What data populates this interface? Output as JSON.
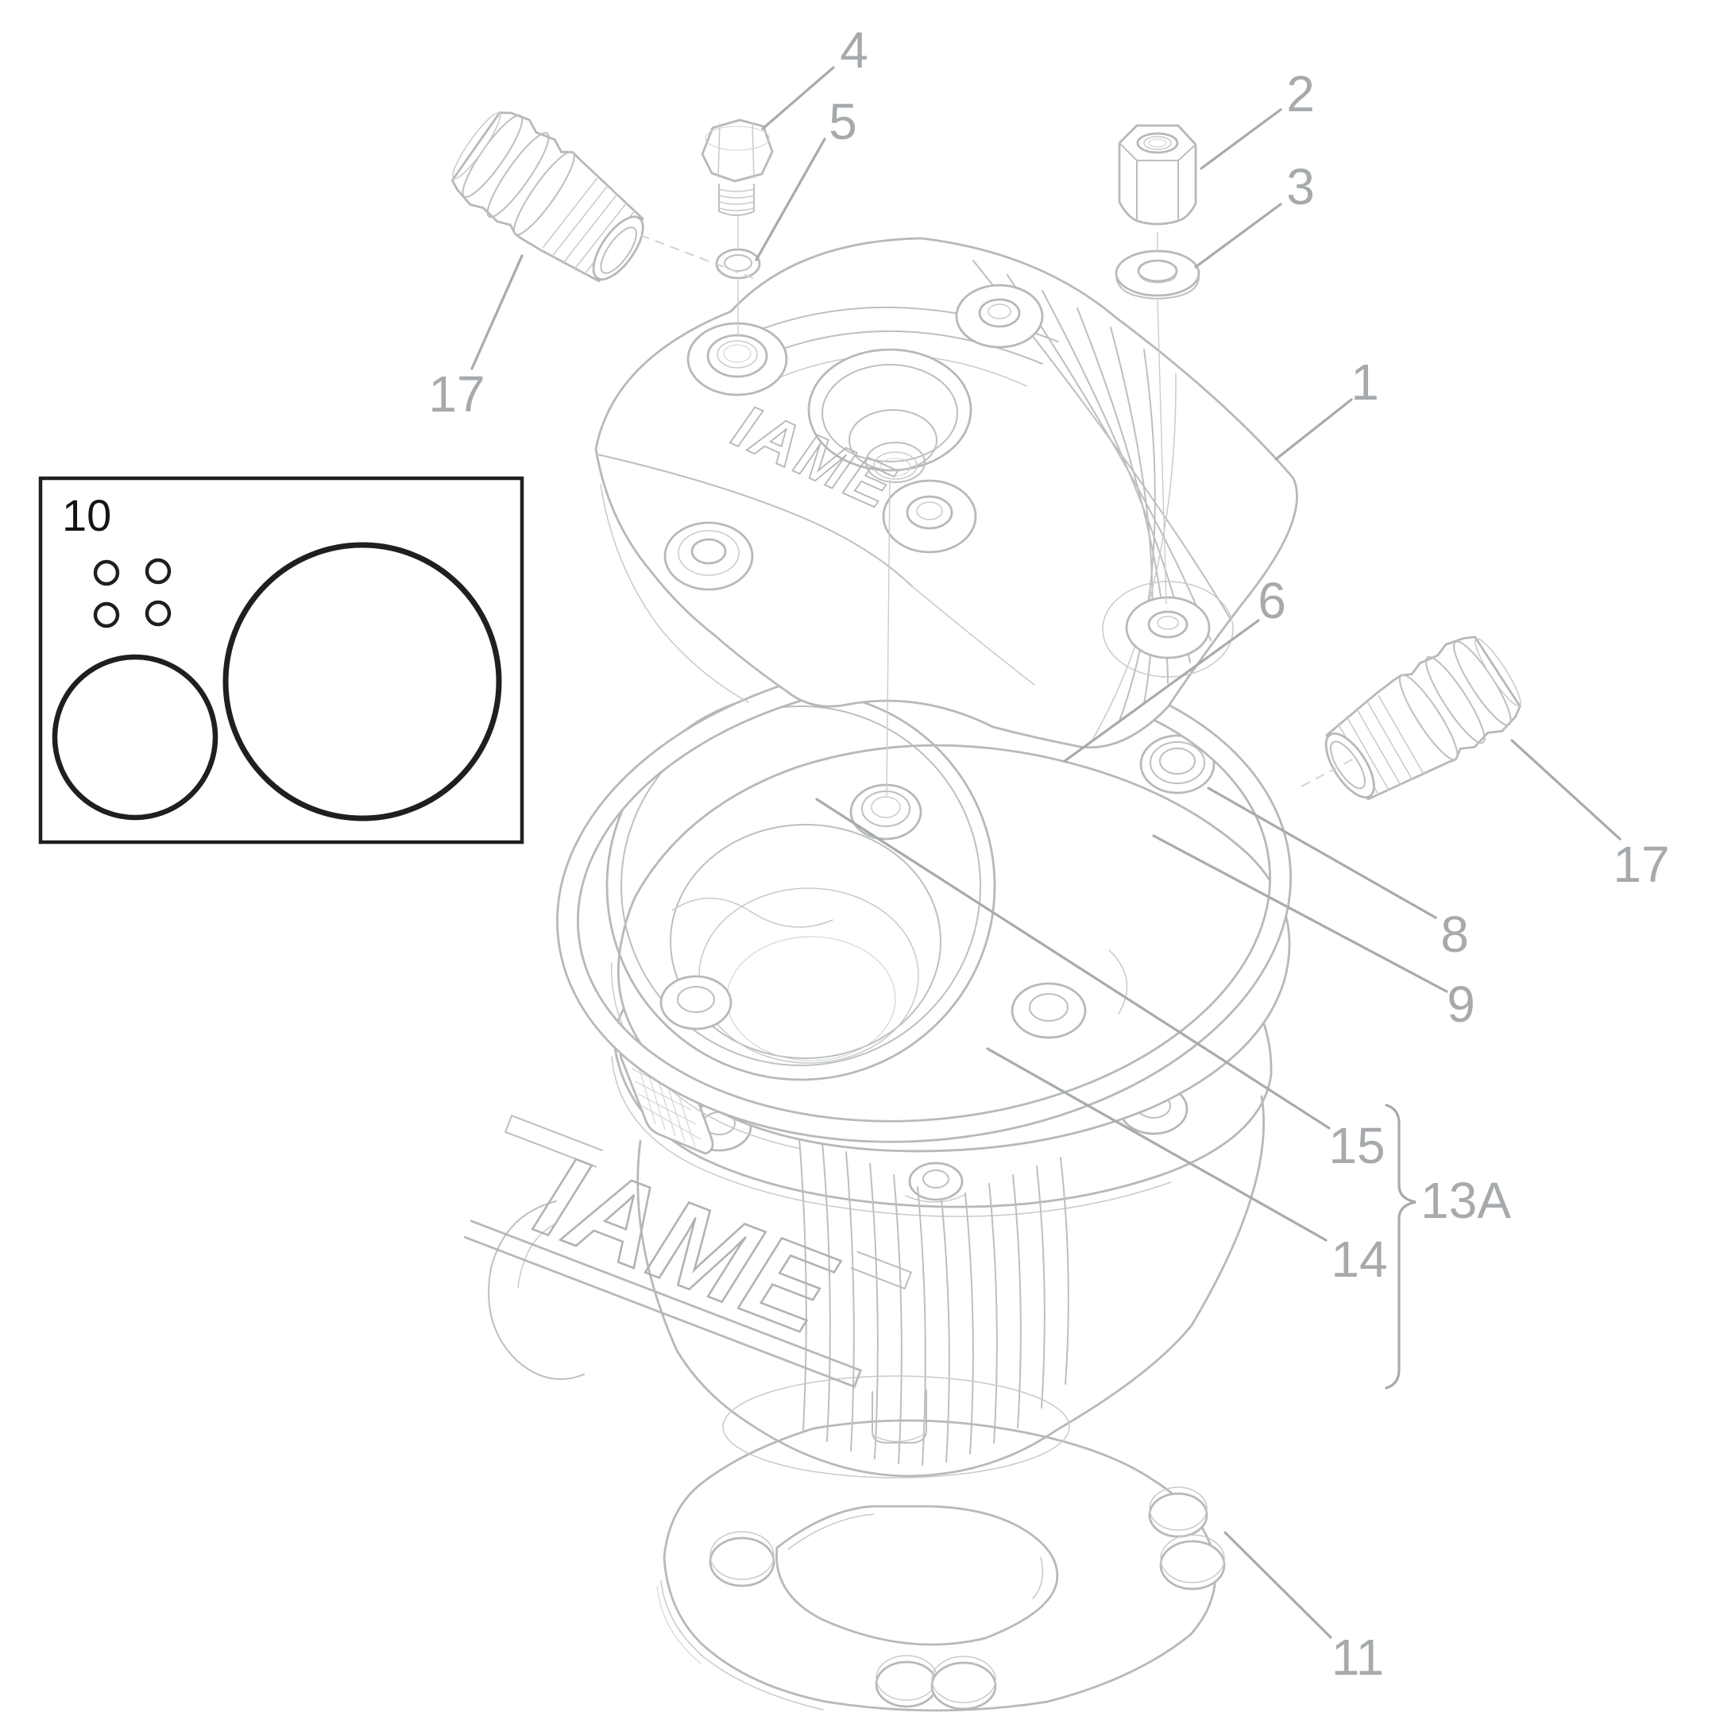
{
  "colors": {
    "background": "#ffffff",
    "line": "#b6b9bb",
    "label": "#a6aaad",
    "kit_outline": "#1f1f1f"
  },
  "brand": "IAME",
  "callouts": {
    "c1": "1",
    "c2": "2",
    "c3": "3",
    "c4": "4",
    "c5": "5",
    "c6": "6",
    "c8": "8",
    "c9": "9",
    "c10": "10",
    "c11": "11",
    "c13a": "13A",
    "c14": "14",
    "c15": "15",
    "c17_left": "17",
    "c17_right": "17"
  }
}
